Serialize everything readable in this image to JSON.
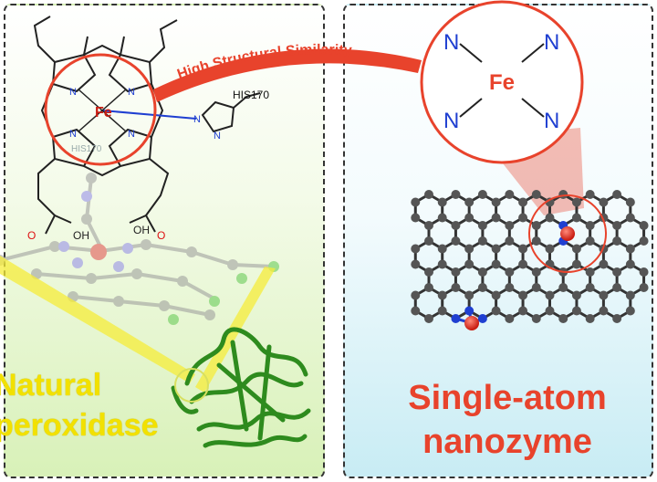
{
  "natural": {
    "line1": "Natural",
    "line2": "peroxidase"
  },
  "nanozyme": {
    "line1": "Single-atom",
    "line2": "nanozyme"
  },
  "arc_label": "High Structural Similarity",
  "molecule": {
    "iron": "Fe",
    "nitrogen": "N",
    "his_label": "HIS170",
    "his_label_faded": "HIS170",
    "acid_oxygen": "O",
    "acid_oh": "OH"
  },
  "zoom": {
    "iron": "Fe",
    "nitrogen": "N"
  },
  "colors": {
    "accent_red": "#e8432c",
    "nitrogen_blue": "#1f3fd1",
    "natural_yellow": "#f2e100",
    "carbon_grey": "#555555",
    "protein_green": "#2e8b1e"
  }
}
